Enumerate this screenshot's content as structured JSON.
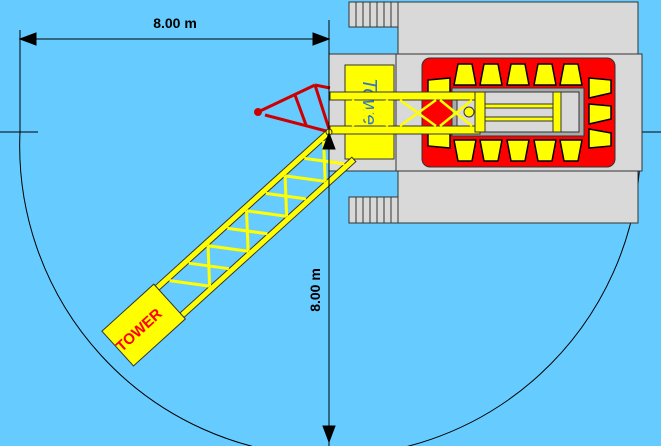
{
  "dimensions": {
    "horizontal_radius": "8.00 m",
    "vertical_radius": "8.00 m"
  },
  "labels": {
    "boom_label": "TOWER",
    "cab_label": "Tower"
  },
  "colors": {
    "background": "#66ccff",
    "boom": "#ffff00",
    "counterweight_frame": "#ff0000",
    "chassis": "#d9d9d9"
  }
}
